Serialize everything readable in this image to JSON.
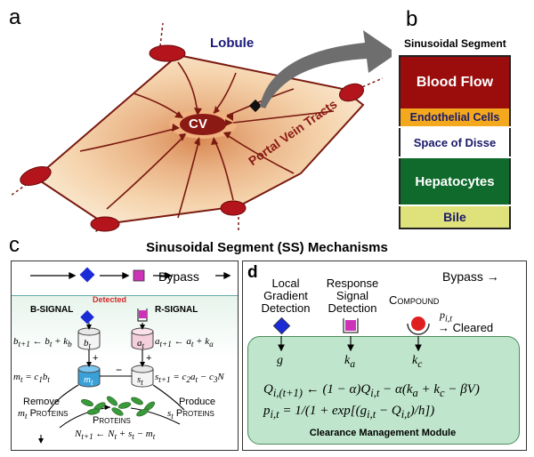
{
  "panel_a": {
    "letter": "a",
    "lobule_label": "Lobule",
    "cv_label": "CV",
    "portal_label": "Portal Vein Tracts"
  },
  "panel_b": {
    "letter": "b",
    "title": "Sinusoidal Segment",
    "layers": [
      {
        "label": "Blood Flow",
        "color": "#9b0d0d",
        "text_color": "#ffffff"
      },
      {
        "label": "Endothelial Cells",
        "color": "#f3a81e",
        "text_color": "#1a1a6a"
      },
      {
        "label": "Space of Disse",
        "color": "#ffffff",
        "text_color": "#1a1a6a"
      },
      {
        "label": "Hepatocytes",
        "color": "#0f6a2c",
        "text_color": "#ffffff"
      },
      {
        "label": "Bile",
        "color": "#dfe27a",
        "text_color": "#1a1a6a"
      }
    ]
  },
  "panel_c": {
    "letter": "c",
    "title": "Sinusoidal Segment (SS) Mechanisms",
    "bypass": "Bypass",
    "detected": "Detected",
    "b_signal": "B-SIGNAL",
    "r_signal": "R-SIGNAL",
    "eq_b": "b",
    "eq_a": "a",
    "eq_m": "m",
    "eq_s": "s",
    "remove": "Remove",
    "remove2": "m",
    "remove3": "Proteins",
    "produce": "Produce",
    "produce2": "s",
    "produce3": "Proteins",
    "proteins": "Proteins"
  },
  "panel_d": {
    "letter": "d",
    "bypass": "Bypass",
    "col1": [
      "Local",
      "Gradient",
      "Detection"
    ],
    "col2": [
      "Response",
      "Signal",
      "Detection"
    ],
    "compound": "Compound",
    "cleared": "Cleared",
    "g": "g",
    "ka": "k",
    "kc": "k",
    "module": "Clearance Management Module"
  },
  "colors": {
    "lobule_fill": "#f6d9b6",
    "lobule_edge": "#7a1a10",
    "cv_fill": "#8b1a14",
    "module_fill": "#bfe6cc",
    "diamond": "#1b2bd6",
    "square": "#cc33b8",
    "circle": "#e02020"
  }
}
